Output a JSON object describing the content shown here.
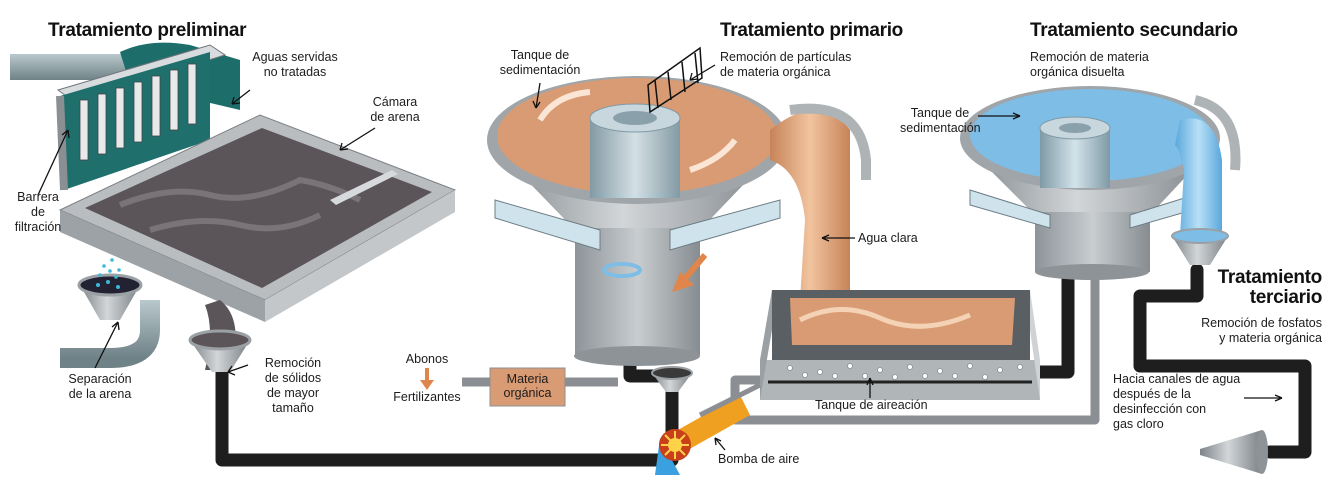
{
  "colors": {
    "sludge": "#5b5559",
    "water_primary": "#d99b73",
    "water_secondary": "#7dbde6",
    "concrete": "#9aa0a4",
    "pipe": "#1e1e1e",
    "pump": "#f0a020"
  },
  "headings": {
    "preliminar": "Tratamiento preliminar",
    "primario": "Tratamiento primario",
    "secundario": "Tratamiento secundario",
    "terciario_1": "Tratamiento",
    "terciario_2": "terciario"
  },
  "labels": {
    "aguas_1": "Aguas servidas",
    "aguas_2": "no tratadas",
    "camara_1": "Cámara",
    "camara_2": "de arena",
    "barrera_1": "Barrera",
    "barrera_2": "de",
    "barrera_3": "filtración",
    "separacion_1": "Separación",
    "separacion_2": "de la arena",
    "remocion_solidos_1": "Remoción",
    "remocion_solidos_2": "de sólidos",
    "remocion_solidos_3": "de mayor",
    "remocion_solidos_4": "tamaño",
    "tanque_sed1_1": "Tanque de",
    "tanque_sed1_2": "sedimentación",
    "remocion_particulas_1": "Remoción de partículas",
    "remocion_particulas_2": "de materia orgánica",
    "agua_clara": "Agua clara",
    "abonos": "Abonos",
    "fertilizantes": "Fertilizantes",
    "materia_1": "Materia",
    "materia_2": "orgánica",
    "tanque_aireacion": "Tanque de aireación",
    "bomba_aire": "Bomba de aire",
    "remocion_disuelta_1": "Remoción de materia",
    "remocion_disuelta_2": "orgánica disuelta",
    "tanque_sed2_1": "Tanque de",
    "tanque_sed2_2": "sedimentación",
    "fosfatos_1": "Remoción de fosfatos",
    "fosfatos_2": "y materia orgánica",
    "canales_1": "Hacia canales de agua",
    "canales_2": "después de la",
    "canales_3": "desinfección con",
    "canales_4": "gas cloro"
  }
}
